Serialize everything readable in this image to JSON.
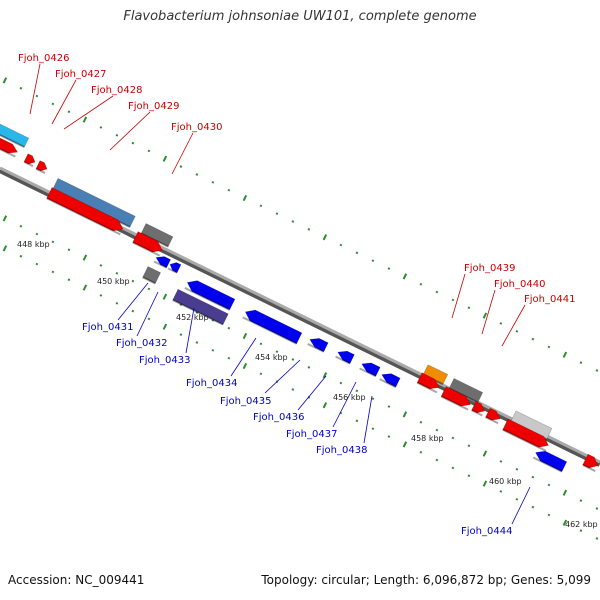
{
  "title": "Flavobacterium johnsoniae UW101, complete genome",
  "footer": {
    "accession": "Accession: NC_009441",
    "summary": "Topology: circular; Length: 6,096,872 bp; Genes: 5,099"
  },
  "colors": {
    "forward_label": "#cc0000",
    "reverse_label": "#0000cc",
    "backbone": "#777777",
    "tick": "#2e8b2e"
  },
  "scale_labels": [
    "448 kbp",
    "450 kbp",
    "452 kbp",
    "454 kbp",
    "456 kbp",
    "458 kbp",
    "460 kbp",
    "462 kbp"
  ],
  "forward_labels": [
    "Fjoh_0426",
    "Fjoh_0427",
    "Fjoh_0428",
    "Fjoh_0429",
    "Fjoh_0430",
    "Fjoh_0439",
    "Fjoh_0440",
    "Fjoh_0441"
  ],
  "reverse_labels": [
    "Fjoh_0431",
    "Fjoh_0432",
    "Fjoh_0433",
    "Fjoh_0434",
    "Fjoh_0435",
    "Fjoh_0436",
    "Fjoh_0437",
    "Fjoh_0438",
    "Fjoh_0444"
  ]
}
